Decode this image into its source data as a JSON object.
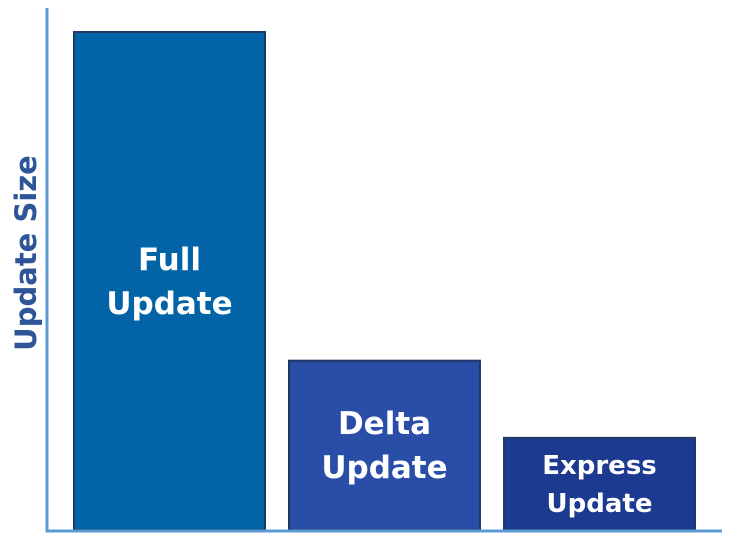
{
  "chart_data": {
    "type": "bar",
    "title": "",
    "xlabel": "",
    "ylabel": "Update Size",
    "categories": [
      "Full Update",
      "Delta Update",
      "Express Update"
    ],
    "label_lines": [
      [
        "Full",
        "Update"
      ],
      [
        "Delta",
        "Update"
      ],
      [
        "Express",
        "Update"
      ]
    ],
    "values": [
      100,
      34,
      18.5
    ],
    "ylim": [
      0,
      100
    ],
    "grid": false,
    "legend": "none",
    "colors": [
      "#0263A6",
      "#2A4DA8",
      "#1C3A8F"
    ],
    "axis_color": "#5B9BD5",
    "ylabel_color": "#2E5597",
    "bar_border_color": "#1F3864"
  }
}
